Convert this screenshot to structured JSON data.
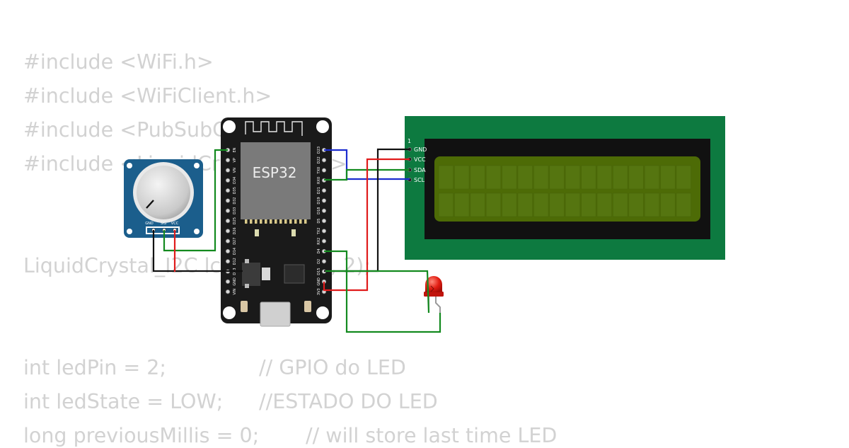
{
  "code": {
    "lines": [
      {
        "text": "#include <WiFi.h>",
        "comment": ""
      },
      {
        "text": "#include <WiFiClient.h>",
        "comment": ""
      },
      {
        "text": "#include <PubSubClient.h>",
        "comment": ""
      },
      {
        "text": "#include <LiquidCrystal_I2C.h>",
        "comment": ""
      },
      {
        "text": "LiquidCrystal_I2C lcd(0x27, 16, 2);",
        "comment": ""
      },
      {
        "text": "int ledPin = 2;",
        "comment": "// GPIO do LED"
      },
      {
        "text": "int ledState = LOW;",
        "comment": "//ESTADO DO LED"
      },
      {
        "text": "long previousMillis = 0;",
        "comment": "// will store last time LED"
      }
    ]
  },
  "esp32": {
    "chip_label": "ESP32",
    "left_pins": [
      "EN",
      "VP",
      "VN",
      "D34",
      "D35",
      "D32",
      "D33",
      "D25",
      "D26",
      "D27",
      "D14",
      "D12",
      "D13",
      "GND",
      "VIN"
    ],
    "right_pins": [
      "D23",
      "D22",
      "TX0",
      "RX0",
      "D21",
      "D19",
      "D18",
      "D5",
      "TX2",
      "RX2",
      "D4",
      "D2",
      "D15",
      "GND",
      "3V3"
    ]
  },
  "potentiometer": {
    "pins": [
      "GND",
      "SIG",
      "VCC"
    ]
  },
  "lcd": {
    "pin_one_marker": "1",
    "pins": [
      "GND",
      "VCC",
      "SDA",
      "SCL"
    ],
    "columns": 16,
    "rows": 2
  },
  "colors": {
    "wire_red": "#e01b1b",
    "wire_green": "#138a1f",
    "wire_blue": "#1c2ccf",
    "wire_black": "#111111",
    "lcd_pcb": "#0d7a40",
    "lcd_screen": "#4d6b06",
    "pot_pcb": "#1b5e8c",
    "esp_board": "#1a1a1a",
    "code_text": "#d2d2d2"
  }
}
